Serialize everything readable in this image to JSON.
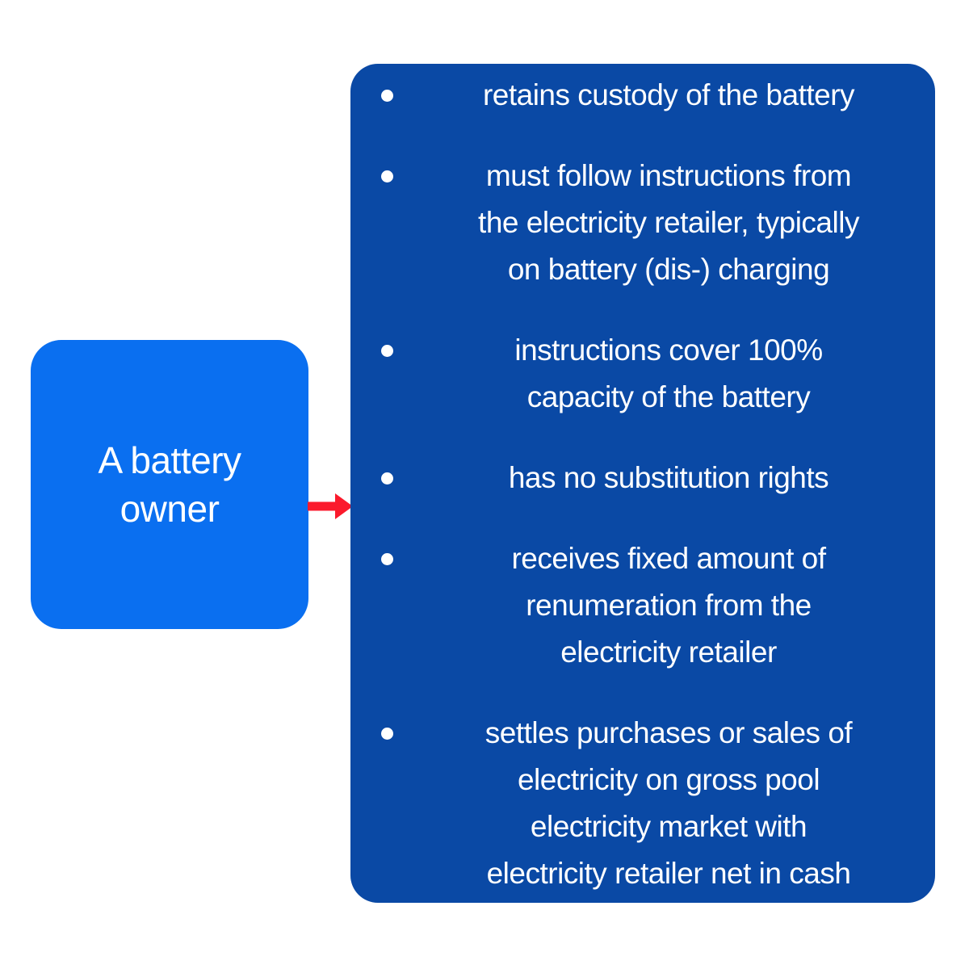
{
  "colors": {
    "background": "#ffffff",
    "owner_box": "#0A6FF0",
    "obligations_box": "#0A49A5",
    "arrow": "#FB1A2C",
    "text": "#ffffff"
  },
  "owner_box": {
    "label": "A battery owner"
  },
  "arrow": {
    "meaning": "points from battery owner to obligations list"
  },
  "obligations_box": {
    "bullets": [
      {
        "lines": [
          "retains custody of the battery"
        ]
      },
      {
        "lines": [
          "must follow instructions from",
          "the electricity retailer, typically",
          "on battery (dis-) charging"
        ]
      },
      {
        "lines": [
          "instructions cover 100%",
          "capacity of the battery"
        ]
      },
      {
        "lines": [
          "has no substitution rights"
        ]
      },
      {
        "lines": [
          "receives fixed amount of",
          "renumeration from the",
          "electricity retailer"
        ]
      },
      {
        "lines": [
          "settles purchases or sales of",
          "electricity on gross pool",
          "electricity market with",
          "electricity retailer net in cash"
        ]
      }
    ]
  }
}
